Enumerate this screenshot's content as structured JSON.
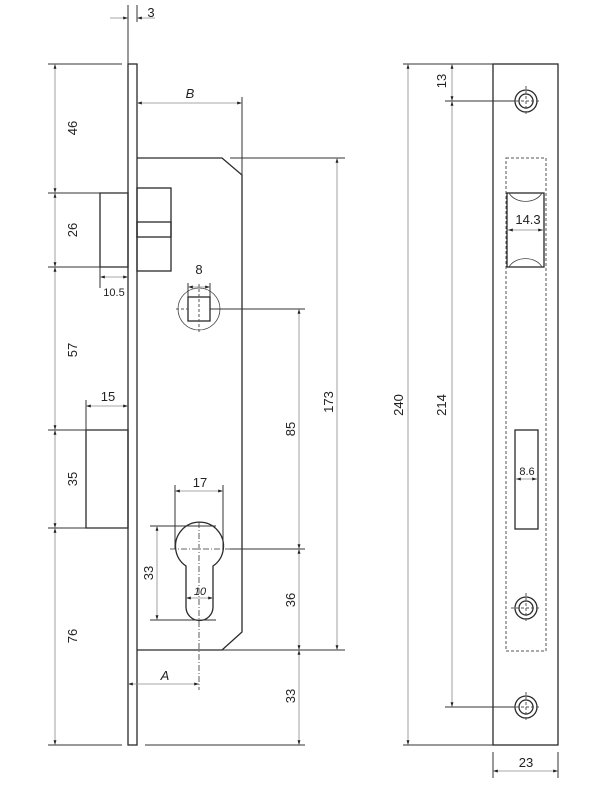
{
  "side_view": {
    "faceplate_thickness": "3",
    "backset_b": "B",
    "backset_a": "A",
    "top_to_latch": "46",
    "latch_height": "26",
    "latch_projection": "10.5",
    "latch_to_deadbolt": "57",
    "deadbolt_projection": "15",
    "deadbolt_height": "35",
    "deadbolt_to_bottom": "76",
    "follower_size": "8",
    "cylinder_width": "17",
    "cylinder_height": "33",
    "cylinder_slot_width": "10",
    "follower_to_cylinder": "85",
    "cylinder_to_case_bottom": "36",
    "case_bottom_to_plate_bottom": "33",
    "case_height": "173"
  },
  "front_view": {
    "plate_length": "240",
    "screw_spacing": "214",
    "top_to_screw": "13",
    "latch_window_width": "14.3",
    "deadbolt_window_width": "8.6",
    "plate_width": "23"
  }
}
